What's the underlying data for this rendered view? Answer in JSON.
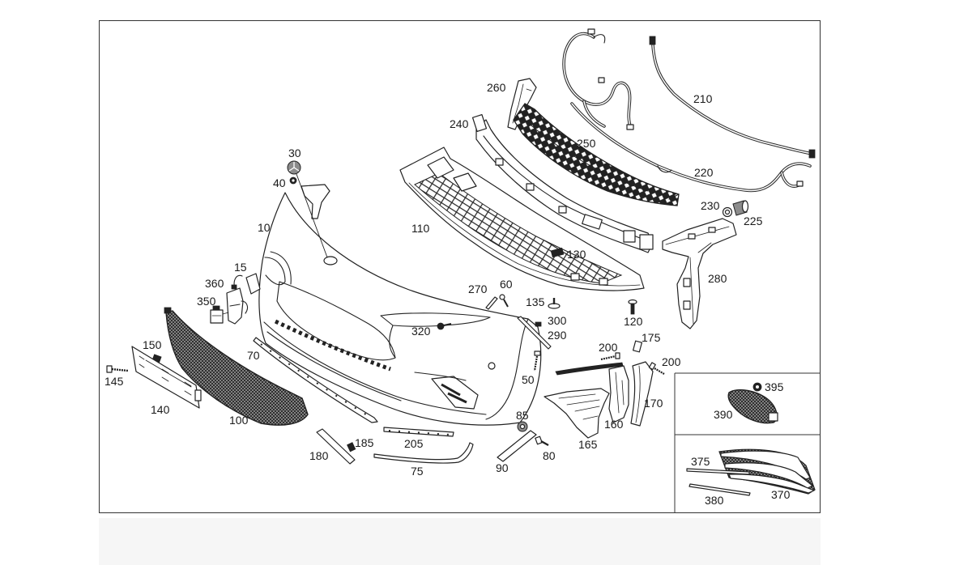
{
  "callouts": {
    "c10": "10",
    "c15": "15",
    "c30": "30",
    "c40": "40",
    "c50": "50",
    "c60": "60",
    "c70": "70",
    "c75": "75",
    "c80": "80",
    "c85": "85",
    "c90": "90",
    "c100": "100",
    "c110": "110",
    "c120": "120",
    "c130": "130",
    "c135": "135",
    "c140": "140",
    "c145": "145",
    "c150": "150",
    "c160": "160",
    "c165": "165",
    "c170": "170",
    "c175": "175",
    "c180": "180",
    "c185": "185",
    "c200a": "200",
    "c200b": "200",
    "c205": "205",
    "c210": "210",
    "c220": "220",
    "c225": "225",
    "c230": "230",
    "c240": "240",
    "c250": "250",
    "c260": "260",
    "c270": "270",
    "c280": "280",
    "c290": "290",
    "c300": "300",
    "c320": "320",
    "c350": "350",
    "c360": "360"
  },
  "inset_upper": {
    "c390": "390",
    "c395": "395"
  },
  "inset_lower": {
    "c370": "370",
    "c375": "375",
    "c380": "380"
  },
  "colors": {
    "line": "#222222",
    "background": "#ffffff",
    "mesh": "#9a9a9a"
  }
}
